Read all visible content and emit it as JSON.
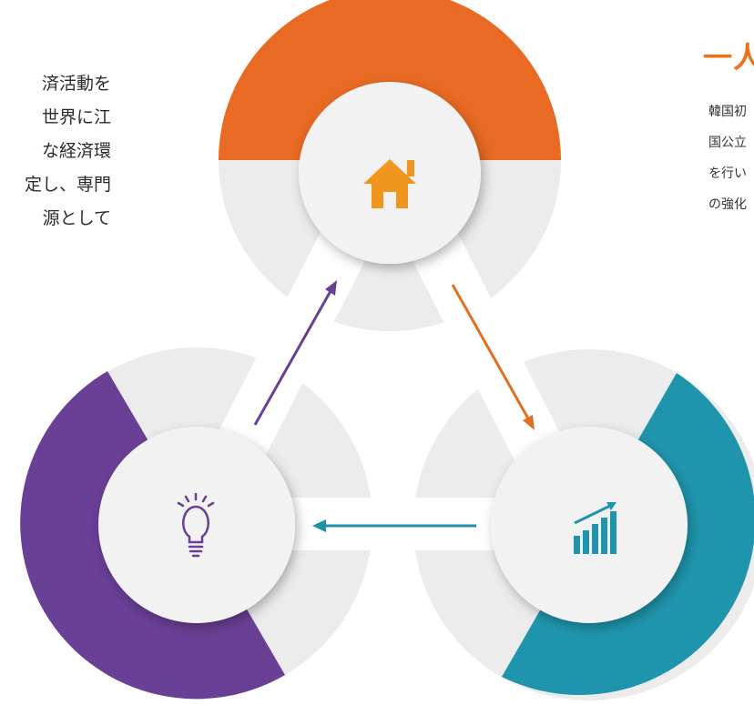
{
  "left_paragraph": {
    "lines": [
      "済活動を",
      "世界に江",
      "な経済環",
      "定し、専門",
      "源として"
    ]
  },
  "right_panel": {
    "heading": "一人",
    "lines": [
      "韓国初",
      "国公立",
      "を行い",
      "の強化"
    ]
  },
  "colors": {
    "top_segment": "#e86a23",
    "left_segment": "#6a3f96",
    "right_segment": "#1f95ad",
    "ring_grey": "#ececec",
    "hub_fill": "#f2f2f2",
    "arrow_top_to_right": "#e0701e",
    "arrow_left_to_top": "#6a3f96",
    "arrow_right_to_left": "#1f8ea6",
    "icon_home": "#f0951e",
    "icon_bulb": "#6a3f96",
    "icon_chart": "#1f95ad"
  },
  "icons": {
    "top_hub": "home-icon",
    "left_hub": "lightbulb-icon",
    "right_hub": "growth-chart-icon"
  }
}
